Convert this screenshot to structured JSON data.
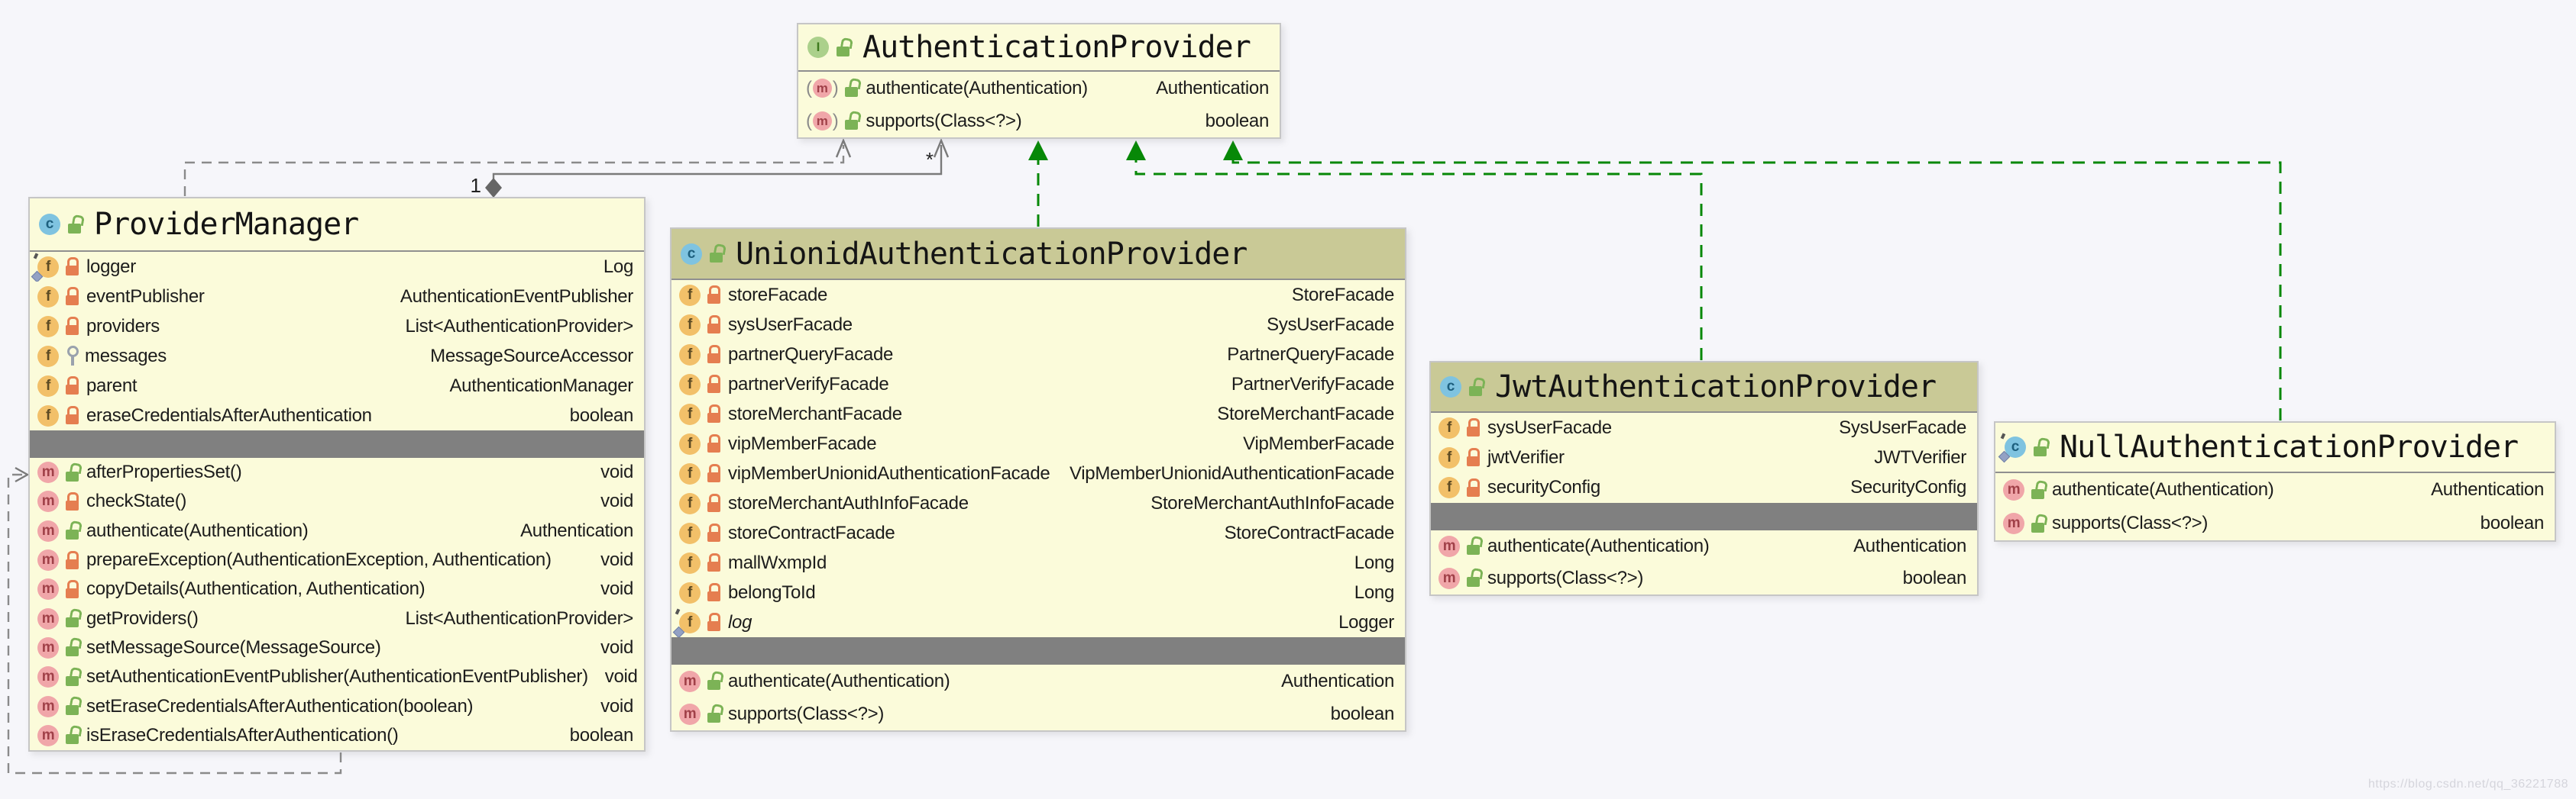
{
  "diagram": {
    "watermark": "https://blog.csdn.net/qq_36221788",
    "background": "#f6f6fa",
    "colors": {
      "node_fill": "#fbfbda",
      "selected_header_fill": "#c9c996",
      "separator_bar": "#808080",
      "realization_green": "#078807",
      "edge_gray": "#8a8a8a"
    }
  },
  "relationships": [
    {
      "from": "ProviderManager",
      "to": "AuthenticationProvider",
      "type": "dependency"
    },
    {
      "from": "ProviderManager",
      "to": "AuthenticationProvider",
      "type": "aggregation",
      "from_label": "1",
      "to_label": "*"
    },
    {
      "from": "UnionidAuthenticationProvider",
      "to": "AuthenticationProvider",
      "type": "realization"
    },
    {
      "from": "JwtAuthenticationProvider",
      "to": "AuthenticationProvider",
      "type": "realization"
    },
    {
      "from": "NullAuthenticationProvider",
      "to": "AuthenticationProvider",
      "type": "realization"
    },
    {
      "from": "ProviderManager",
      "to": "ProviderManager",
      "type": "dependency"
    }
  ],
  "classes": {
    "authenticationProvider": {
      "kind": "interface",
      "name": "AuthenticationProvider",
      "methods": [
        {
          "name": "authenticate(Authentication)",
          "type": "Authentication",
          "visibility": "public",
          "abstract": true
        },
        {
          "name": "supports(Class<?>)",
          "type": "boolean",
          "visibility": "public",
          "abstract": true
        }
      ]
    },
    "providerManager": {
      "kind": "class",
      "name": "ProviderManager",
      "fields": [
        {
          "name": "logger",
          "type": "Log",
          "visibility": "private",
          "static": true
        },
        {
          "name": "eventPublisher",
          "type": "AuthenticationEventPublisher",
          "visibility": "private"
        },
        {
          "name": "providers",
          "type": "List<AuthenticationProvider>",
          "visibility": "private"
        },
        {
          "name": "messages",
          "type": "MessageSourceAccessor",
          "visibility": "protected"
        },
        {
          "name": "parent",
          "type": "AuthenticationManager",
          "visibility": "private"
        },
        {
          "name": "eraseCredentialsAfterAuthentication",
          "type": "boolean",
          "visibility": "private"
        }
      ],
      "methods": [
        {
          "name": "afterPropertiesSet()",
          "type": "void",
          "visibility": "public"
        },
        {
          "name": "checkState()",
          "type": "void",
          "visibility": "private"
        },
        {
          "name": "authenticate(Authentication)",
          "type": "Authentication",
          "visibility": "public"
        },
        {
          "name": "prepareException(AuthenticationException, Authentication)",
          "type": "void",
          "visibility": "private"
        },
        {
          "name": "copyDetails(Authentication, Authentication)",
          "type": "void",
          "visibility": "private"
        },
        {
          "name": "getProviders()",
          "type": "List<AuthenticationProvider>",
          "visibility": "public"
        },
        {
          "name": "setMessageSource(MessageSource)",
          "type": "void",
          "visibility": "public"
        },
        {
          "name": "setAuthenticationEventPublisher(AuthenticationEventPublisher)",
          "type": "void",
          "visibility": "public"
        },
        {
          "name": "setEraseCredentialsAfterAuthentication(boolean)",
          "type": "void",
          "visibility": "public"
        },
        {
          "name": "isEraseCredentialsAfterAuthentication()",
          "type": "boolean",
          "visibility": "public"
        }
      ]
    },
    "unionidAuthenticationProvider": {
      "kind": "class",
      "name": "UnionidAuthenticationProvider",
      "selected": true,
      "fields": [
        {
          "name": "storeFacade",
          "type": "StoreFacade",
          "visibility": "private"
        },
        {
          "name": "sysUserFacade",
          "type": "SysUserFacade",
          "visibility": "private"
        },
        {
          "name": "partnerQueryFacade",
          "type": "PartnerQueryFacade",
          "visibility": "private"
        },
        {
          "name": "partnerVerifyFacade",
          "type": "PartnerVerifyFacade",
          "visibility": "private"
        },
        {
          "name": "storeMerchantFacade",
          "type": "StoreMerchantFacade",
          "visibility": "private"
        },
        {
          "name": "vipMemberFacade",
          "type": "VipMemberFacade",
          "visibility": "private"
        },
        {
          "name": "vipMemberUnionidAuthenticationFacade",
          "type": "VipMemberUnionidAuthenticationFacade",
          "visibility": "private"
        },
        {
          "name": "storeMerchantAuthInfoFacade",
          "type": "StoreMerchantAuthInfoFacade",
          "visibility": "private"
        },
        {
          "name": "storeContractFacade",
          "type": "StoreContractFacade",
          "visibility": "private"
        },
        {
          "name": "mallWxmpId",
          "type": "Long",
          "visibility": "private"
        },
        {
          "name": "belongToId",
          "type": "Long",
          "visibility": "private"
        },
        {
          "name": "log",
          "type": "Logger",
          "visibility": "private",
          "static": true
        }
      ],
      "methods": [
        {
          "name": "authenticate(Authentication)",
          "type": "Authentication",
          "visibility": "public"
        },
        {
          "name": "supports(Class<?>)",
          "type": "boolean",
          "visibility": "public"
        }
      ]
    },
    "jwtAuthenticationProvider": {
      "kind": "class",
      "name": "JwtAuthenticationProvider",
      "selected": true,
      "fields": [
        {
          "name": "sysUserFacade",
          "type": "SysUserFacade",
          "visibility": "private"
        },
        {
          "name": "jwtVerifier",
          "type": "JWTVerifier",
          "visibility": "private"
        },
        {
          "name": "securityConfig",
          "type": "SecurityConfig",
          "visibility": "private"
        }
      ],
      "methods": [
        {
          "name": "authenticate(Authentication)",
          "type": "Authentication",
          "visibility": "public"
        },
        {
          "name": "supports(Class<?>)",
          "type": "boolean",
          "visibility": "public"
        }
      ]
    },
    "nullAuthenticationProvider": {
      "kind": "class",
      "name": "NullAuthenticationProvider",
      "static": true,
      "methods": [
        {
          "name": "authenticate(Authentication)",
          "type": "Authentication",
          "visibility": "public"
        },
        {
          "name": "supports(Class<?>)",
          "type": "boolean",
          "visibility": "public"
        }
      ]
    }
  }
}
